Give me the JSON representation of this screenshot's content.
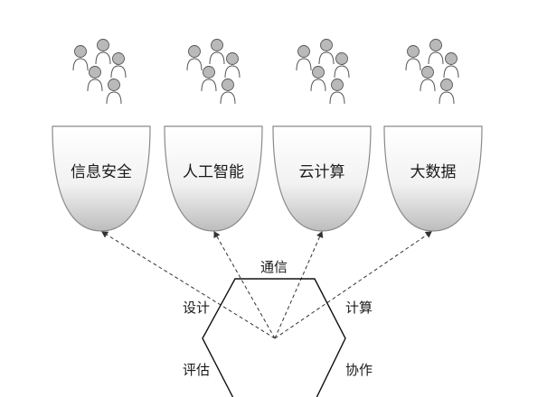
{
  "domains": [
    {
      "label": "信息安全"
    },
    {
      "label": "人工智能"
    },
    {
      "label": "云计算"
    },
    {
      "label": "大数据"
    }
  ],
  "hexagon_sides": {
    "top": "通信",
    "upper_left": "设计",
    "upper_right": "计算",
    "lower_left": "评估",
    "lower_right": "协作"
  },
  "colors": {
    "cup_stroke": "#8a8a8a",
    "cup_fill_top": "#ffffff",
    "cup_fill_bottom": "#c8c8c8",
    "person_fill": "#b9b9b9",
    "person_stroke": "#555555",
    "line": "#333333"
  }
}
